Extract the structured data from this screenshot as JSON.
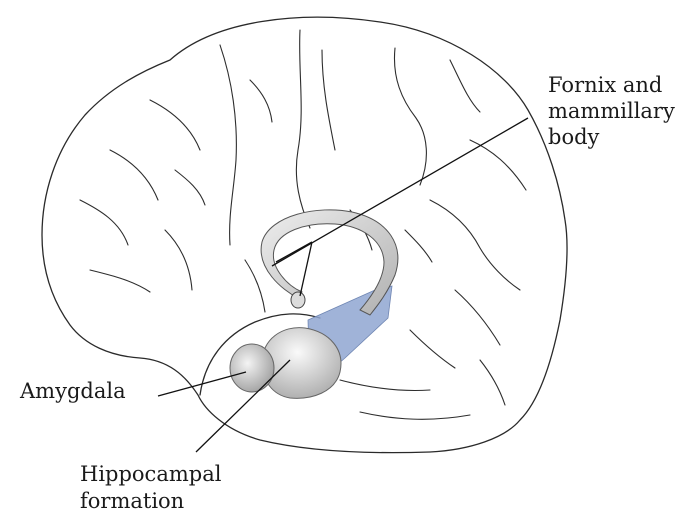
{
  "labels": {
    "fornix_line1": "Fornix and",
    "fornix_line2": "mammillary",
    "fornix_line3": "body",
    "amygdala": "Amygdala",
    "hippocampal_line1": "Hippocampal",
    "hippocampal_line2": "formation"
  },
  "colors": {
    "highlight": "#8fa6d1",
    "structure_fill": "#d9d9d9",
    "outline": "#2a2a2a"
  }
}
